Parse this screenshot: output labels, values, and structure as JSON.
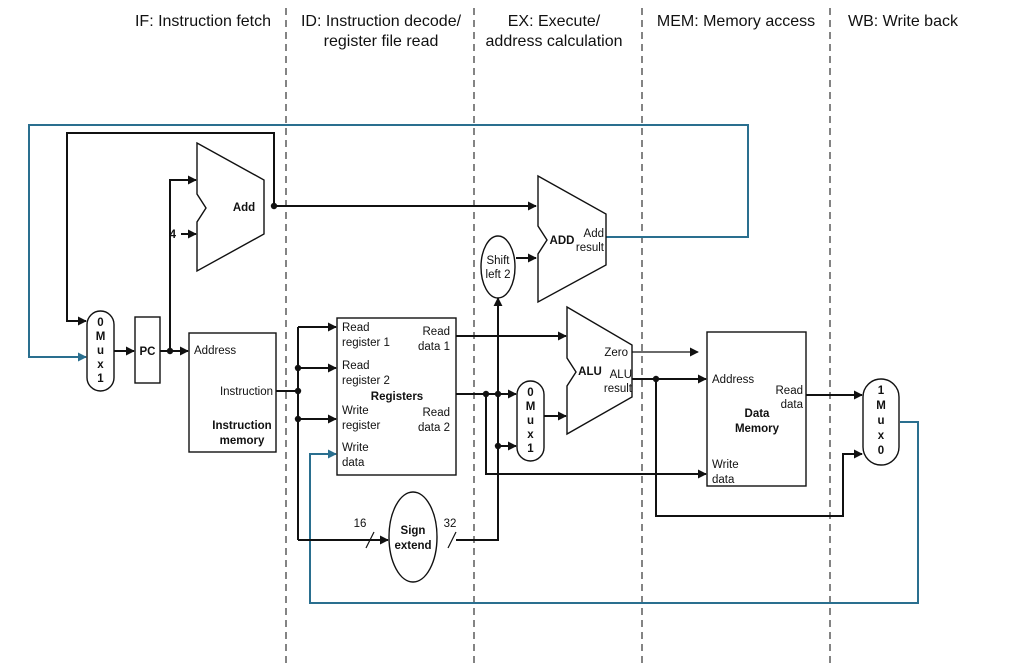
{
  "stages": {
    "if": [
      "IF: Instruction fetch"
    ],
    "id": [
      "ID: Instruction decode/",
      "register file read"
    ],
    "ex": [
      "EX: Execute/",
      "address calculation"
    ],
    "mem": [
      "MEM: Memory access"
    ],
    "wb": [
      "WB: Write back"
    ]
  },
  "blocks": {
    "add": "Add",
    "const4": "4",
    "pc": "PC",
    "mux_if": [
      "0",
      "M",
      "u",
      "x",
      "1"
    ],
    "imem": {
      "address": "Address",
      "instruction": "Instruction",
      "title": [
        "Instruction",
        "memory"
      ]
    },
    "registers": {
      "read_reg1": [
        "Read",
        "register 1"
      ],
      "read_reg2": [
        "Read",
        "register 2"
      ],
      "write_reg": [
        "Write",
        "register"
      ],
      "write_data": [
        "Write",
        "data"
      ],
      "read_data1": [
        "Read",
        "data 1"
      ],
      "read_data2": [
        "Read",
        "data 2"
      ],
      "title": "Registers"
    },
    "shift": [
      "Shift",
      "left 2"
    ],
    "add_ex": {
      "title": "ADD",
      "result": [
        "Add",
        "result"
      ]
    },
    "mux_ex": [
      "0",
      "M",
      "u",
      "x",
      "1"
    ],
    "alu": {
      "title": "ALU",
      "zero": "Zero",
      "result": [
        "ALU",
        "result"
      ]
    },
    "sign_extend": {
      "title": [
        "Sign",
        "extend"
      ],
      "in_bits": "16",
      "out_bits": "32"
    },
    "dmem": {
      "address": "Address",
      "read_data": [
        "Read",
        "data"
      ],
      "write_data": [
        "Write",
        "data"
      ],
      "title": [
        "Data",
        "Memory"
      ]
    },
    "mux_wb": [
      "1",
      "M",
      "u",
      "x",
      "0"
    ]
  },
  "colors": {
    "wire": "#111111",
    "feedback_wire": "#2a6f8f",
    "stage_separator": "#333333"
  }
}
